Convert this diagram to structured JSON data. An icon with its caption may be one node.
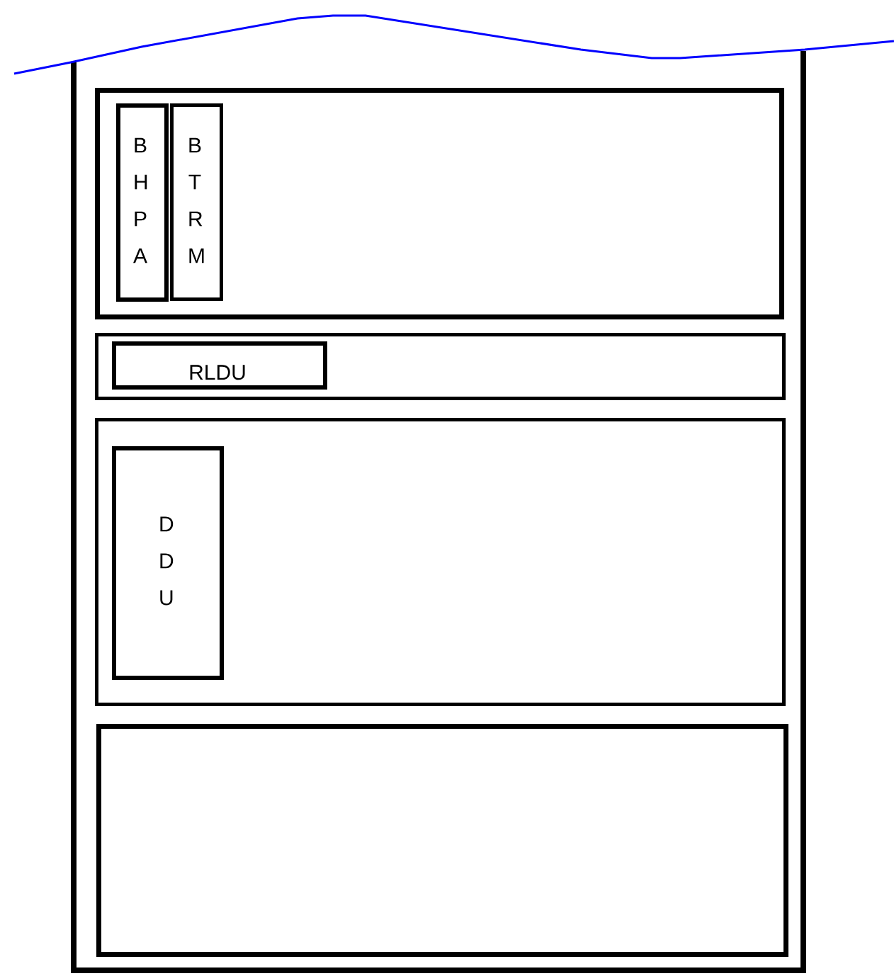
{
  "diagram": {
    "nodes": [
      {
        "text": [],
        "shape": "box"
      },
      {
        "text": [
          "B H P A"
        ],
        "in": 0
      },
      {
        "text": [
          "B T R M"
        ],
        "in": 0
      },
      {
        "text": [],
        "shape": "box"
      },
      {
        "text": [
          "RLDU"
        ],
        "in": 3
      },
      {
        "text": [],
        "shape": "box"
      },
      {
        "text": [
          "D D U"
        ],
        "in": 5
      },
      {
        "text": [],
        "shape": "box"
      }
    ]
  }
}
